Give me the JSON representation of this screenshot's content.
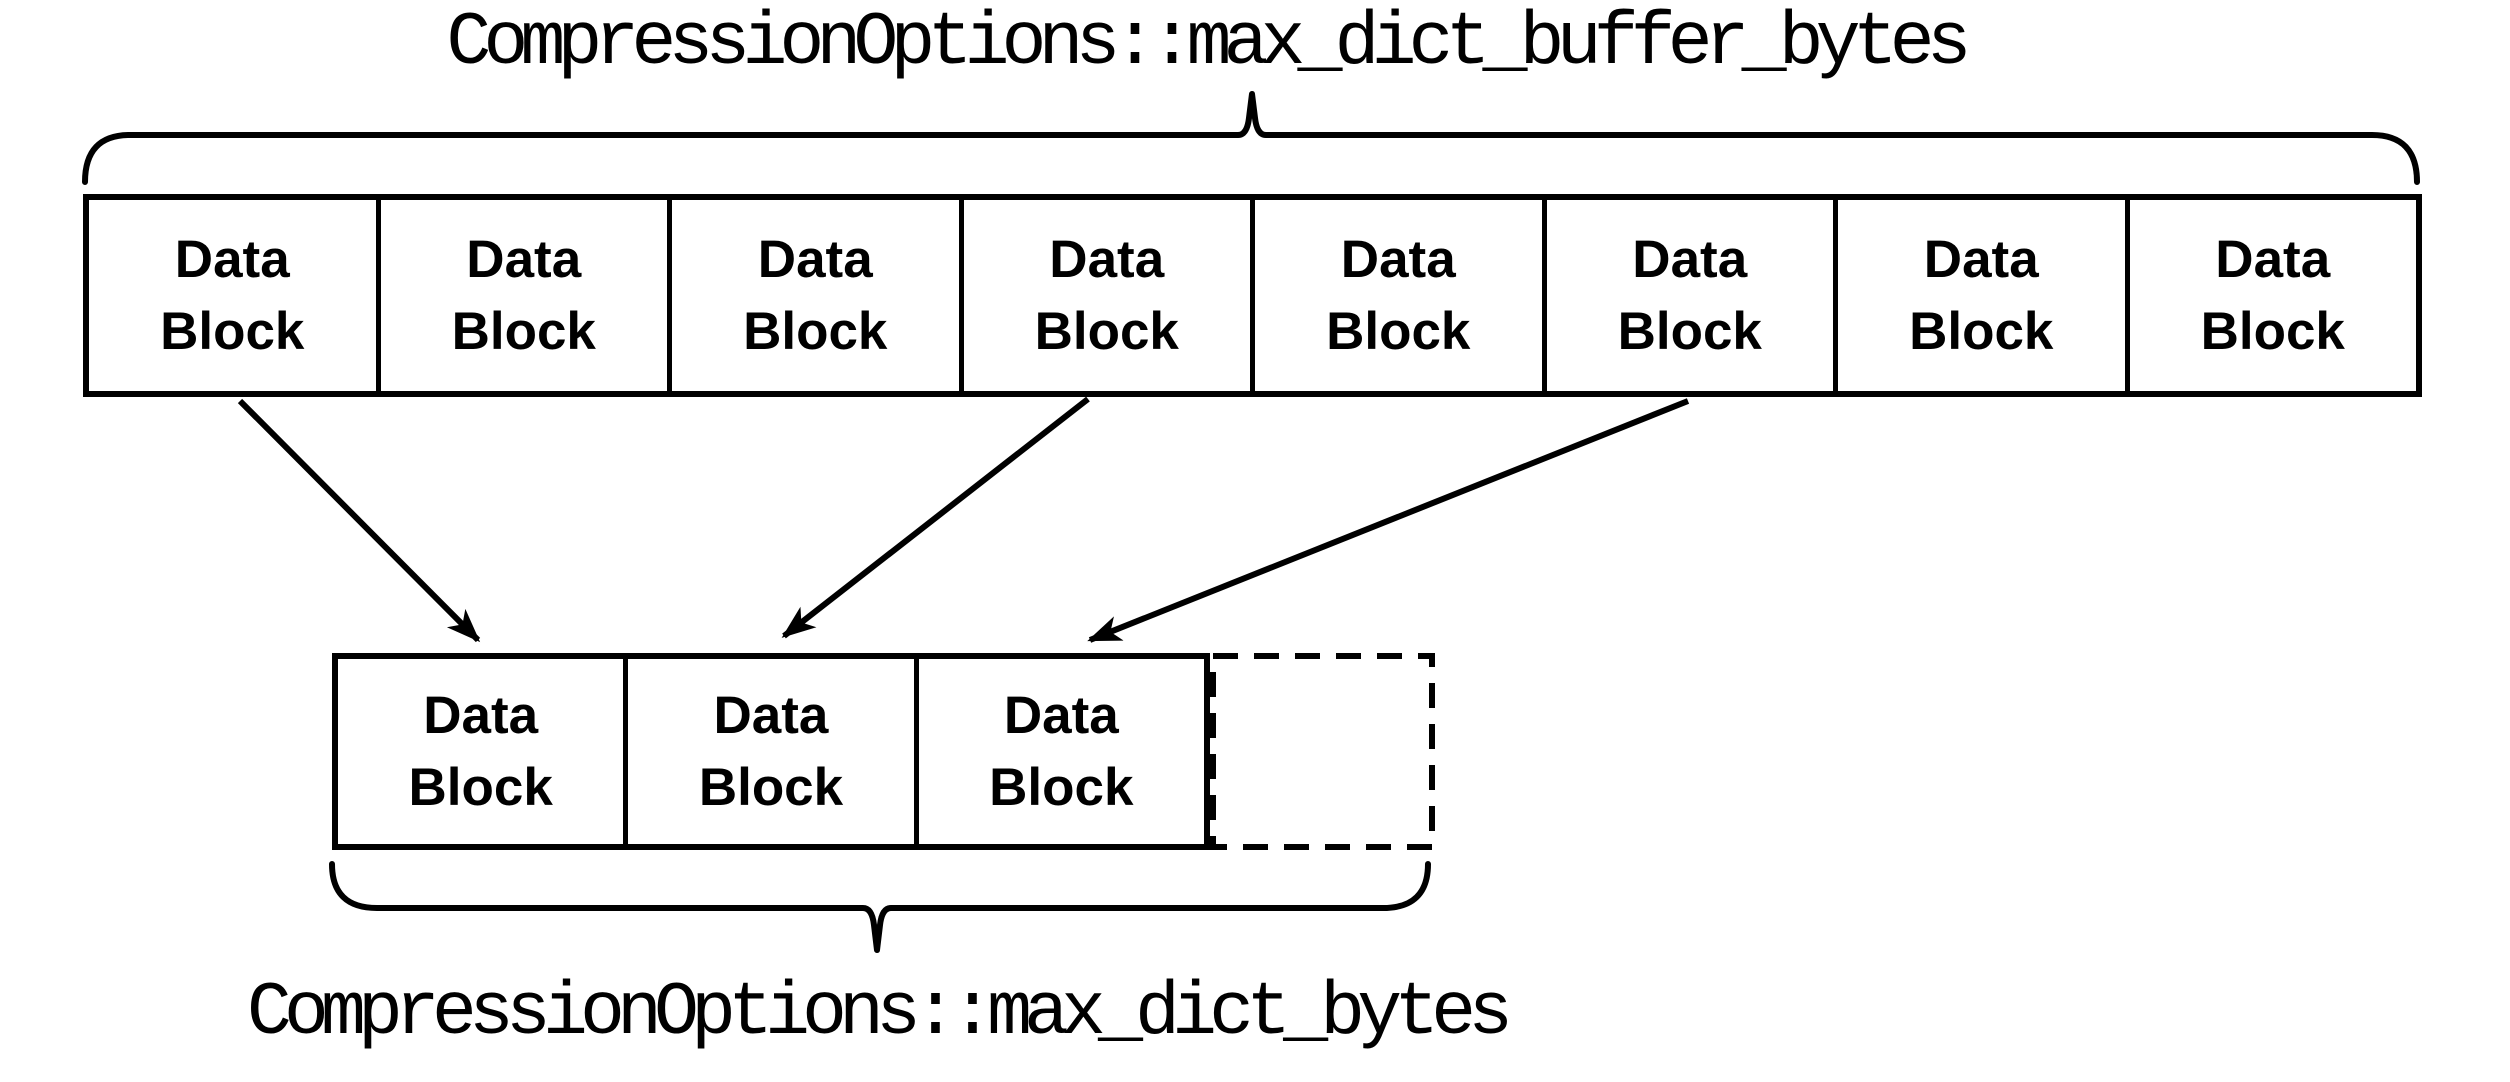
{
  "colors": {
    "background": "#ffffff",
    "ink": "#000000"
  },
  "labels": {
    "top": "CompressionOptions::max_dict_buffer_bytes",
    "bottom": "CompressionOptions::max_dict_bytes"
  },
  "buffer_row": {
    "blocks": [
      "Data Block",
      "Data Block",
      "Data Block",
      "Data Block",
      "Data Block",
      "Data Block",
      "Data Block",
      "Data Block"
    ]
  },
  "dict_row": {
    "blocks": [
      "Data Block",
      "Data Block",
      "Data Block"
    ],
    "placeholder_block": {
      "style": "dashed",
      "label": ""
    }
  },
  "arrows": [
    {
      "from_buffer_block": 1,
      "to_dict_block": 1
    },
    {
      "from_buffer_block": 4,
      "to_dict_block": 2
    },
    {
      "from_buffer_block": 6,
      "to_dict_block": 3
    }
  ]
}
